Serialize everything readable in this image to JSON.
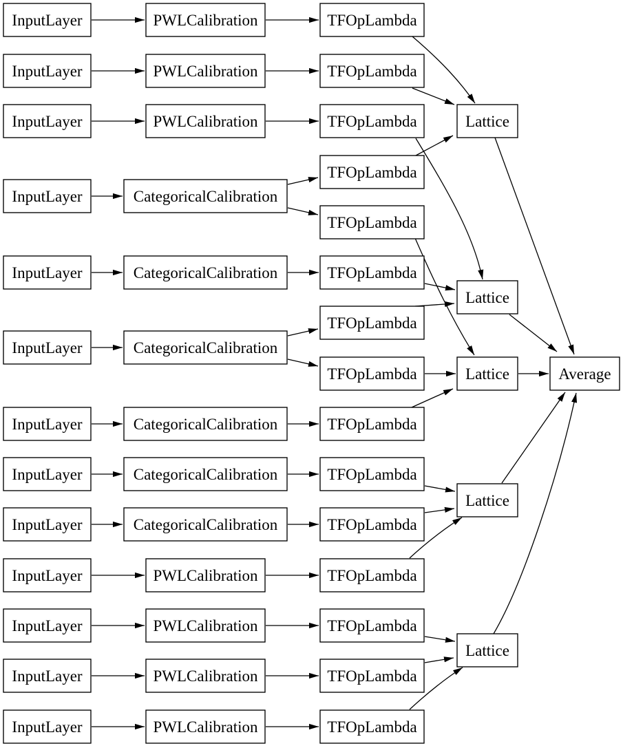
{
  "page": {
    "description": "Keras/TensorFlow-Lattice model architecture graph rendered as a block diagram",
    "background": "#ffffff"
  },
  "styles": {
    "node_fill": "#ffffff",
    "node_border": "#000000",
    "edge_color": "#000000",
    "text_color": "#000000"
  },
  "diagram": {
    "nodes": [
      {
        "id": "input_1",
        "label": "InputLayer"
      },
      {
        "id": "input_2",
        "label": "InputLayer"
      },
      {
        "id": "input_3",
        "label": "InputLayer"
      },
      {
        "id": "input_4",
        "label": "InputLayer"
      },
      {
        "id": "input_5",
        "label": "InputLayer"
      },
      {
        "id": "input_6",
        "label": "InputLayer"
      },
      {
        "id": "input_7",
        "label": "InputLayer"
      },
      {
        "id": "input_8",
        "label": "InputLayer"
      },
      {
        "id": "input_9",
        "label": "InputLayer"
      },
      {
        "id": "input_10",
        "label": "InputLayer"
      },
      {
        "id": "input_11",
        "label": "InputLayer"
      },
      {
        "id": "input_12",
        "label": "InputLayer"
      },
      {
        "id": "input_13",
        "label": "InputLayer"
      },
      {
        "id": "calib_1",
        "label": "PWLCalibration"
      },
      {
        "id": "calib_2",
        "label": "PWLCalibration"
      },
      {
        "id": "calib_3",
        "label": "PWLCalibration"
      },
      {
        "id": "calib_4",
        "label": "CategoricalCalibration"
      },
      {
        "id": "calib_5",
        "label": "CategoricalCalibration"
      },
      {
        "id": "calib_6",
        "label": "CategoricalCalibration"
      },
      {
        "id": "calib_7",
        "label": "CategoricalCalibration"
      },
      {
        "id": "calib_8",
        "label": "CategoricalCalibration"
      },
      {
        "id": "calib_9",
        "label": "CategoricalCalibration"
      },
      {
        "id": "calib_10",
        "label": "PWLCalibration"
      },
      {
        "id": "calib_11",
        "label": "PWLCalibration"
      },
      {
        "id": "calib_12",
        "label": "PWLCalibration"
      },
      {
        "id": "calib_13",
        "label": "PWLCalibration"
      },
      {
        "id": "tfop_1",
        "label": "TFOpLambda"
      },
      {
        "id": "tfop_2",
        "label": "TFOpLambda"
      },
      {
        "id": "tfop_3",
        "label": "TFOpLambda"
      },
      {
        "id": "tfop_4",
        "label": "TFOpLambda"
      },
      {
        "id": "tfop_5",
        "label": "TFOpLambda"
      },
      {
        "id": "tfop_6",
        "label": "TFOpLambda"
      },
      {
        "id": "tfop_7",
        "label": "TFOpLambda"
      },
      {
        "id": "tfop_8",
        "label": "TFOpLambda"
      },
      {
        "id": "tfop_9",
        "label": "TFOpLambda"
      },
      {
        "id": "tfop_10",
        "label": "TFOpLambda"
      },
      {
        "id": "tfop_11",
        "label": "TFOpLambda"
      },
      {
        "id": "tfop_12",
        "label": "TFOpLambda"
      },
      {
        "id": "tfop_13",
        "label": "TFOpLambda"
      },
      {
        "id": "tfop_14",
        "label": "TFOpLambda"
      },
      {
        "id": "tfop_15",
        "label": "TFOpLambda"
      },
      {
        "id": "lattice_1",
        "label": "Lattice"
      },
      {
        "id": "lattice_2",
        "label": "Lattice"
      },
      {
        "id": "lattice_3",
        "label": "Lattice"
      },
      {
        "id": "lattice_4",
        "label": "Lattice"
      },
      {
        "id": "lattice_5",
        "label": "Lattice"
      },
      {
        "id": "average",
        "label": "Average"
      }
    ],
    "edges": [
      {
        "from": "input_1",
        "to": "calib_1"
      },
      {
        "from": "input_2",
        "to": "calib_2"
      },
      {
        "from": "input_3",
        "to": "calib_3"
      },
      {
        "from": "input_4",
        "to": "calib_4"
      },
      {
        "from": "input_5",
        "to": "calib_5"
      },
      {
        "from": "input_6",
        "to": "calib_6"
      },
      {
        "from": "input_7",
        "to": "calib_7"
      },
      {
        "from": "input_8",
        "to": "calib_8"
      },
      {
        "from": "input_9",
        "to": "calib_9"
      },
      {
        "from": "input_10",
        "to": "calib_10"
      },
      {
        "from": "input_11",
        "to": "calib_11"
      },
      {
        "from": "input_12",
        "to": "calib_12"
      },
      {
        "from": "input_13",
        "to": "calib_13"
      },
      {
        "from": "calib_1",
        "to": "tfop_1"
      },
      {
        "from": "calib_2",
        "to": "tfop_2"
      },
      {
        "from": "calib_3",
        "to": "tfop_3"
      },
      {
        "from": "calib_4",
        "to": "tfop_4"
      },
      {
        "from": "calib_4",
        "to": "tfop_5"
      },
      {
        "from": "calib_5",
        "to": "tfop_6"
      },
      {
        "from": "calib_6",
        "to": "tfop_7"
      },
      {
        "from": "calib_6",
        "to": "tfop_8"
      },
      {
        "from": "calib_7",
        "to": "tfop_9"
      },
      {
        "from": "calib_8",
        "to": "tfop_10"
      },
      {
        "from": "calib_9",
        "to": "tfop_11"
      },
      {
        "from": "calib_10",
        "to": "tfop_12"
      },
      {
        "from": "calib_11",
        "to": "tfop_13"
      },
      {
        "from": "calib_12",
        "to": "tfop_14"
      },
      {
        "from": "calib_13",
        "to": "tfop_15"
      },
      {
        "from": "tfop_1",
        "to": "lattice_1"
      },
      {
        "from": "tfop_2",
        "to": "lattice_1"
      },
      {
        "from": "tfop_4",
        "to": "lattice_1"
      },
      {
        "from": "tfop_3",
        "to": "lattice_2"
      },
      {
        "from": "tfop_6",
        "to": "lattice_2"
      },
      {
        "from": "tfop_7",
        "to": "lattice_2"
      },
      {
        "from": "tfop_5",
        "to": "lattice_3"
      },
      {
        "from": "tfop_8",
        "to": "lattice_3"
      },
      {
        "from": "tfop_9",
        "to": "lattice_3"
      },
      {
        "from": "tfop_10",
        "to": "lattice_4"
      },
      {
        "from": "tfop_11",
        "to": "lattice_4"
      },
      {
        "from": "tfop_12",
        "to": "lattice_4"
      },
      {
        "from": "tfop_13",
        "to": "lattice_5"
      },
      {
        "from": "tfop_14",
        "to": "lattice_5"
      },
      {
        "from": "tfop_15",
        "to": "lattice_5"
      },
      {
        "from": "lattice_1",
        "to": "average"
      },
      {
        "from": "lattice_2",
        "to": "average"
      },
      {
        "from": "lattice_3",
        "to": "average"
      },
      {
        "from": "lattice_4",
        "to": "average"
      },
      {
        "from": "lattice_5",
        "to": "average"
      }
    ]
  }
}
